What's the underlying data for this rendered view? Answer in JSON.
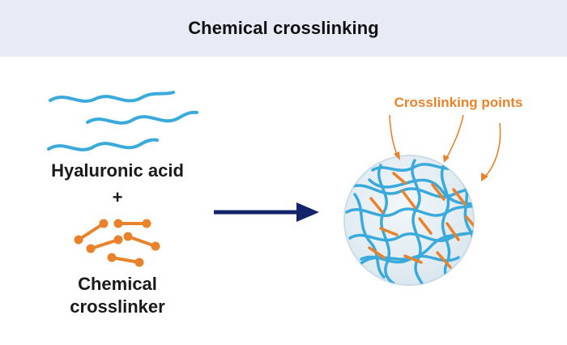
{
  "header": {
    "title": "Chemical crosslinking"
  },
  "inputs": {
    "polymer_label": "Hyaluronic acid",
    "plus_sign": "+",
    "crosslinker_label_line1": "Chemical",
    "crosslinker_label_line2": "crosslinker"
  },
  "product": {
    "crosslinking_points_label": "Crosslinking points"
  },
  "colors": {
    "header_background": "#e8ebf6",
    "polymer_strand": "#3aa9db",
    "crosslinker": "#e8832b",
    "arrow": "#14246b",
    "network_sphere": "#e3eef4"
  }
}
